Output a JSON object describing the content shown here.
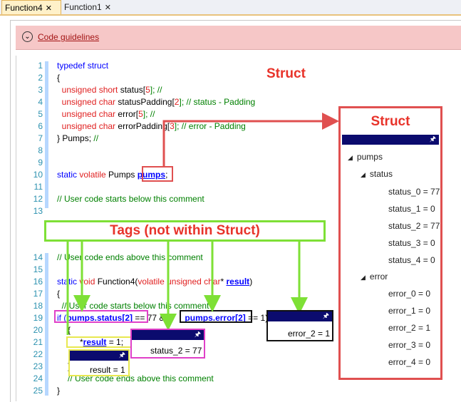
{
  "tabs": [
    {
      "label": "Function4",
      "close": "✕"
    },
    {
      "label": "Function1",
      "close": "✕"
    }
  ],
  "guidelines": {
    "toggle": "⌄",
    "label": "Code guidelines"
  },
  "lines": {
    "l1": "1",
    "l2": "2",
    "l3": "3",
    "l4": "4",
    "l5": "5",
    "l6": "6",
    "l7": "7",
    "l8": "8",
    "l9": "9",
    "l10": "10",
    "l11": "11",
    "l12": "12",
    "l13": "13",
    "l14": "14",
    "l15": "15",
    "l16": "16",
    "l17": "17",
    "l18": "18",
    "l19": "19",
    "l20": "20",
    "l21": "21",
    "l22": "22",
    "l23": "23",
    "l24": "24",
    "l25": "25"
  },
  "code": {
    "c1a": "typedef",
    "c1b": " struct",
    "c2": "{",
    "c3a": "  unsigned short",
    "c3b": " status[",
    "c3c": "5",
    "c3d": "]; //",
    "c4a": "  unsigned char",
    "c4b": " statusPadding[",
    "c4c": "2",
    "c4d": "]; // status - Padding",
    "c5a": "  unsigned char",
    "c5b": " error[",
    "c5c": "5",
    "c5d": "]; //",
    "c6a": "  unsigned char",
    "c6b": " errorPadding[",
    "c6c": "3",
    "c6d": "]; // error - Padding",
    "c7a": "} Pumps; ",
    "c7b": "//",
    "c10a": "static",
    "c10b": " volatile",
    "c10c": " Pumps ",
    "c10d": "pumps",
    "c10e": ";",
    "c12": "// User code starts below this comment",
    "c14": "// User code ends above this comment",
    "c16a": "static",
    "c16b": " void",
    "c16c": " Function4(",
    "c16d": "volatile unsigned char",
    "c16e": "* ",
    "c16f": "result",
    ")": ")",
    "c17": "{",
    "c18": "  // User code starts below this comment",
    "c19a": "if (",
    "c19b": "pumps.status[2]",
    "c19c": " == 77 &&",
    "c19d": "pumps.error[2]",
    "c19e": " == 1)",
    "c20": "{",
    "c21a": "*",
    "c21b": "result",
    " c21c": " = 1;",
    "c23": "}",
    "c24": "// User code ends above this comment",
    "c25": "}"
  },
  "annotations": {
    "struct_code": "Struct",
    "struct_panel": "Struct",
    "tags": "Tags (not within Struct)"
  },
  "struct_tree": {
    "root": "pumps",
    "status": "status",
    "error": "error",
    "status_items": [
      "status_0 = 77",
      "status_1 = 0",
      "status_2 = 77",
      "status_3 = 0",
      "status_4 = 0"
    ],
    "error_items": [
      "error_0 = 0",
      "error_1 = 0",
      "error_2 = 1",
      "error_3 = 0",
      "error_4 = 0"
    ]
  },
  "popups": {
    "status2": "status_2 = 77",
    "error2": "error_2 = 1",
    "result": "result = 1"
  },
  "icons": {
    "pin": "pin-icon",
    "tri": "collapse-triangle-icon"
  },
  "colors": {
    "annotation_red": "#e8332a",
    "annotation_green": "#7ee036",
    "highlight_magenta": "#e040c8",
    "highlight_yellow": "#e8e850",
    "panel_header": "#0b0b6e"
  }
}
